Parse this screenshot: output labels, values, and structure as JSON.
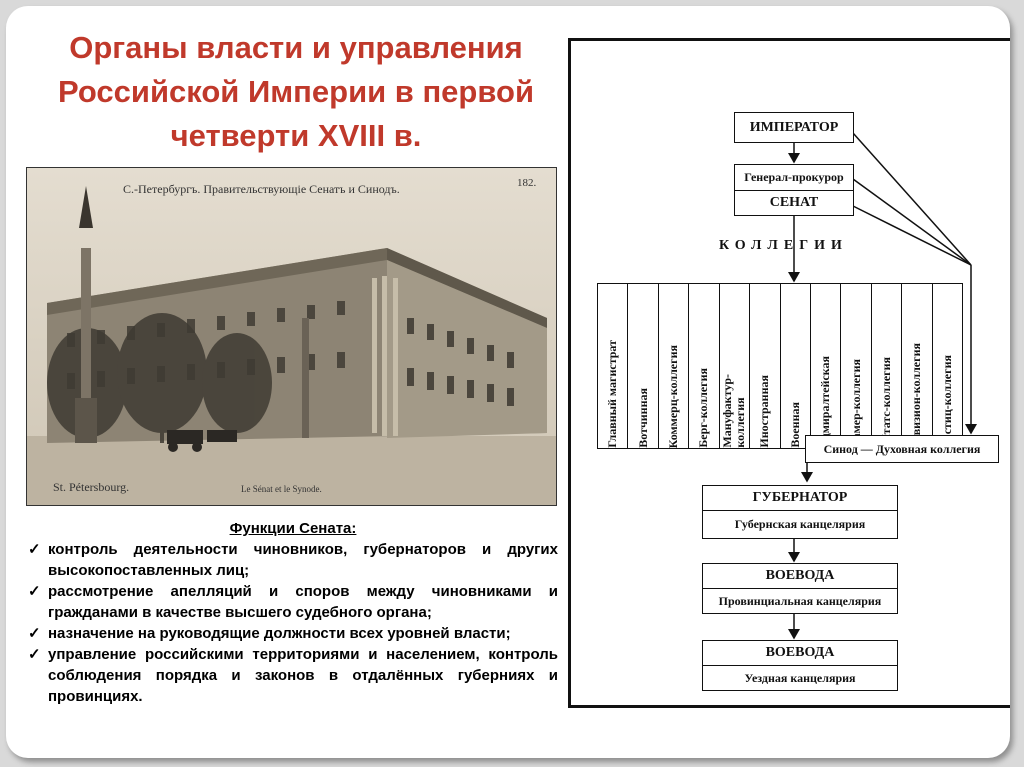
{
  "title": {
    "line1": "Органы власти и управления",
    "line2": "Российской Империи в первой",
    "line3": "четверти XVIII в."
  },
  "photo": {
    "caption_top": "С.-Петербургъ.  Правительствующіе Сенатъ и Синодъ.",
    "caption_number": "182.",
    "caption_bottom_left": "St. Pétersbourg.",
    "caption_bottom_mid": "Le Sénat et le Synode."
  },
  "functions": {
    "heading": "Функции Сената:",
    "items": [
      "контроль деятельности чиновников, губернаторов и других высокопоставленных лиц;",
      "рассмотрение апелляций и споров между чиновниками и гражданами в качестве высшего судебного органа;",
      "назначение на руководящие должности всех уровней власти;",
      "управление российскими территориями и населением, контроль соблюдения порядка и законов в отдалённых губерниях и провинциях."
    ]
  },
  "diagram": {
    "emperor": "ИМПЕРАТОР",
    "prosecutor": "Генерал-прокурор",
    "senate": "СЕНАТ",
    "collegia_label": "КОЛЛЕГИИ",
    "collegia": [
      "Главный магистрат",
      "Вотчинная",
      "Коммерц-коллегия",
      "Берг-коллегия",
      "Мануфактур-\nколлегия",
      "Иностранная",
      "Военная",
      "Адмиралтейская",
      "Камер-коллегия",
      "Штатс-коллегия",
      "Ревизион-коллегия",
      "Юстиц-коллегия"
    ],
    "synod": "Синод — Духовная коллегия",
    "governor": "ГУБЕРНАТОР",
    "governor_office": "Губернская канцелярия",
    "voevoda1": "ВОЕВОДА",
    "voevoda1_office": "Провинциальная канцелярия",
    "voevoda2": "ВОЕВОДА",
    "voevoda2_office": "Уездная канцелярия"
  }
}
